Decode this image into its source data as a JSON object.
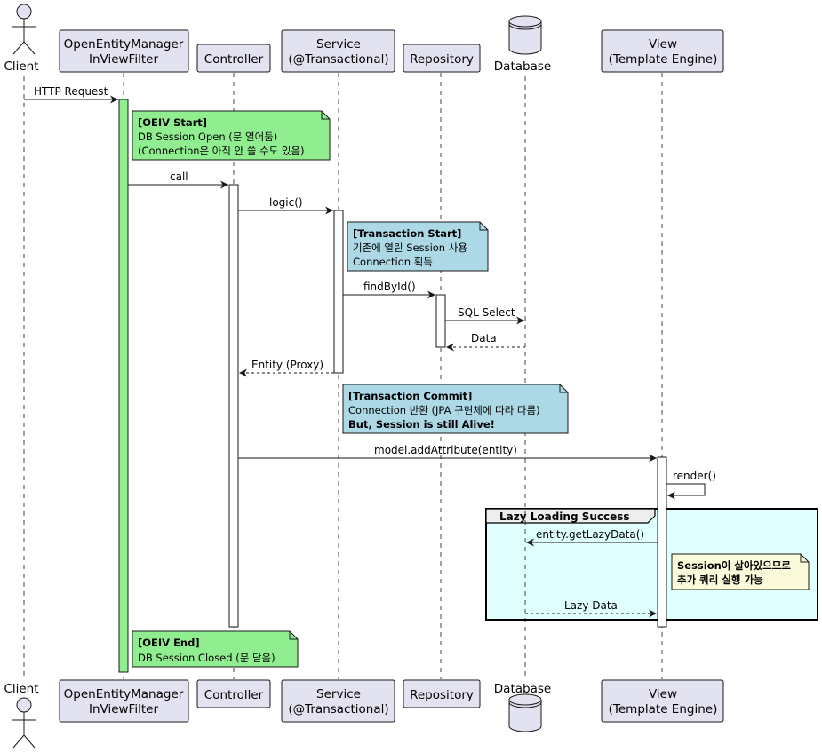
{
  "participants": {
    "client": "Client",
    "filter": [
      "OpenEntityManager",
      "InViewFilter"
    ],
    "controller": "Controller",
    "service": [
      "Service",
      "(@Transactional)"
    ],
    "repository": "Repository",
    "database": "Database",
    "view": [
      "View",
      "(Template Engine)"
    ]
  },
  "messages": {
    "http_request": "HTTP Request",
    "call": "call",
    "logic": "logic()",
    "find_by_id": "findById()",
    "sql_select": "SQL Select",
    "data": "Data",
    "entity_proxy": "Entity (Proxy)",
    "add_attribute": "model.addAttribute(entity)",
    "render": "render()",
    "get_lazy_data": "entity.getLazyData()",
    "lazy_data": "Lazy Data"
  },
  "notes": {
    "oeiv_start": [
      "[OEIV Start]",
      "DB Session Open (문 열어둠)",
      "(Connection은 아직 안 쓸 수도 있음)"
    ],
    "tx_start": [
      "[Transaction Start]",
      "기존에 열린 Session 사용",
      "Connection 획득"
    ],
    "tx_commit": [
      "[Transaction Commit]",
      "Connection 반환 (JPA 구현체에 따라 다름)",
      "But, Session is still Alive!"
    ],
    "session_alive": [
      "Session이 살아있으므로",
      "추가 쿼리 실행 가능"
    ],
    "oeiv_end": [
      "[OEIV End]",
      "DB Session Closed (문 닫음)"
    ]
  },
  "frame_title": "Lazy Loading Success",
  "colors": {
    "participant_fill": "#e2e2f0",
    "participant_border": "#181818",
    "green_note": "#90ee90",
    "blue_note": "#add8e6",
    "yellow_note": "#fbfbdc",
    "frame_fill": "#e0ffff",
    "frame_header": "#eeeeee",
    "filter_activation": "#90ee90"
  }
}
